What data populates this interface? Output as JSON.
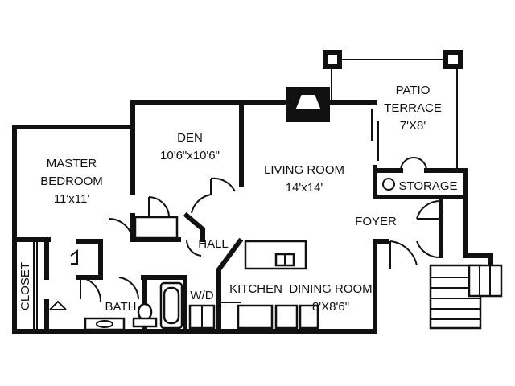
{
  "rooms": {
    "master_bedroom": {
      "name_line1": "MASTER",
      "name_line2": "BEDROOM",
      "dims": "11'x11'"
    },
    "den": {
      "name": "DEN",
      "dims": "10'6\"x10'6\""
    },
    "living_room": {
      "name": "LIVING ROOM",
      "dims": "14'x14'"
    },
    "patio_terrace": {
      "name_line1": "PATIO",
      "name_line2": "TERRACE",
      "dims": "7'X8'"
    },
    "storage": {
      "name": "STORAGE"
    },
    "foyer": {
      "name": "FOYER"
    },
    "hall": {
      "name": "HALL"
    },
    "kitchen": {
      "name": "KITCHEN"
    },
    "dining_room": {
      "name": "DINING ROOM",
      "dims": "8'X8'6\""
    },
    "bath": {
      "name": "BATH"
    },
    "wd": {
      "name": "W/D"
    },
    "closet": {
      "name": "CLOSET"
    }
  }
}
